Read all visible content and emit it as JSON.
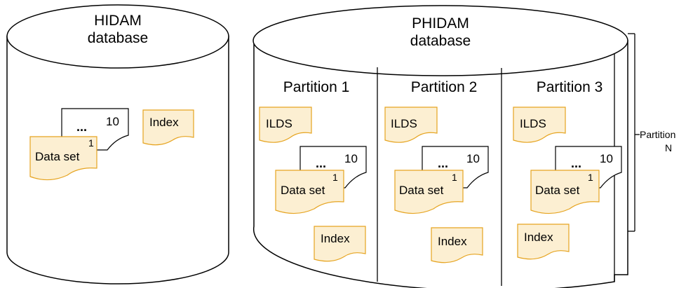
{
  "hidam": {
    "title_line1": "HIDAM",
    "title_line2": "database",
    "dataset_label": "Data set",
    "dataset_front_num": "1",
    "dataset_back_num": "10",
    "dataset_dots": "...",
    "index_label": "Index"
  },
  "phidam": {
    "title_line1": "PHIDAM",
    "title_line2": "database",
    "partitions": [
      {
        "label": "Partition 1",
        "ilds": "ILDS",
        "dataset_label": "Data set",
        "front_num": "1",
        "back_num": "10",
        "dots": "...",
        "index": "Index"
      },
      {
        "label": "Partition 2",
        "ilds": "ILDS",
        "dataset_label": "Data set",
        "front_num": "1",
        "back_num": "10",
        "dots": "...",
        "index": "Index"
      },
      {
        "label": "Partition 3",
        "ilds": "ILDS",
        "dataset_label": "Data set",
        "front_num": "1",
        "back_num": "10",
        "dots": "...",
        "index": "Index"
      }
    ],
    "partition_n_line1": "Partition",
    "partition_n_line2": "N"
  },
  "colors": {
    "doc_fill": "#fcefd2",
    "doc_stroke": "#e6a420",
    "line": "#000000"
  }
}
